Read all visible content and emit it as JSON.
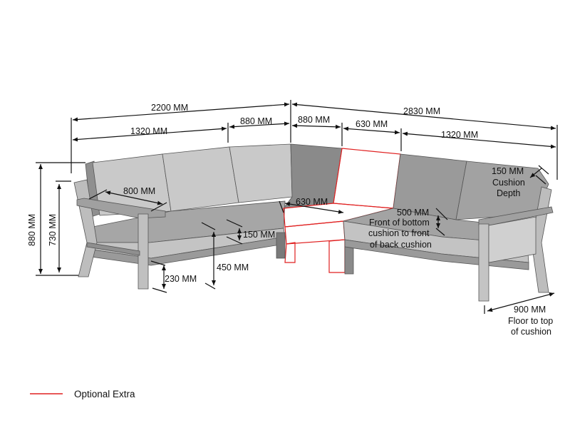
{
  "dimensions": {
    "total_left": "2200 MM",
    "total_right": "2830 MM",
    "left_1320": "1320 MM",
    "left_880": "880 MM",
    "corner_880": "880 MM",
    "corner_630": "630 MM",
    "right_1320": "1320 MM",
    "cushion_depth_value": "150 MM",
    "cushion_depth_line1": "Cushion",
    "cushion_depth_line2": "Depth",
    "arm_800": "800 MM",
    "seat_630": "630 MM",
    "seat_depth_value": "500 MM",
    "seat_depth_line1": "Front of bottom",
    "seat_depth_line2": "cushion to front",
    "seat_depth_line3": "of back cushion",
    "seat_cushion_150": "150 MM",
    "height_880": "880 MM",
    "height_730": "730 MM",
    "seat_height_450": "450 MM",
    "leg_230": "230 MM",
    "depth_900_value": "900 MM",
    "depth_900_line1": "Floor to top",
    "depth_900_line2": "of cushion"
  },
  "legend": {
    "optional_extra": "Optional Extra",
    "optional_color": "#e02020"
  },
  "colors": {
    "cushion_light": "#c9c9c9",
    "cushion_dark": "#8c8c8c",
    "frame": "#bdbdbd"
  }
}
